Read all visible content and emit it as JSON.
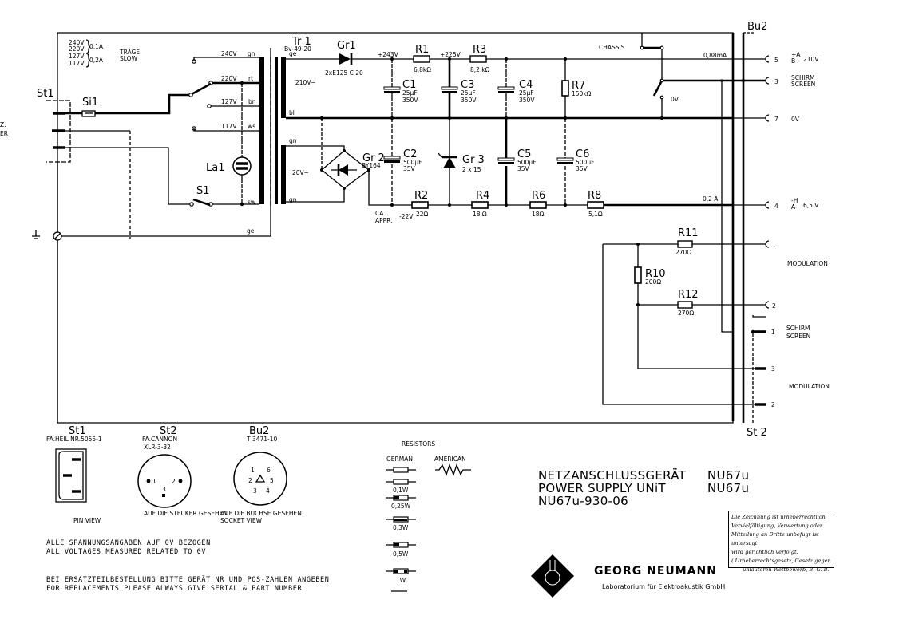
{
  "title": {
    "line1_de": "NETZANSCHLUSSGERÄT",
    "line1_model": "NU67u",
    "line2_en": "POWER SUPPLY UNiT",
    "line2_model": "NU67u",
    "drawing_number": "NU67u-930-06"
  },
  "company": {
    "name": "GEORG NEUMANN",
    "subtitle": "Laboratorium für Elektroakustik GmbH",
    "copyright_lines": [
      "Die Zeichnung ist urheberrechtlich",
      "Vervielfältigung, Verwertung oder",
      "Mitteilung an Dritte unbefugt ist untersagt",
      "wird gerichtlich verfolgt.",
      "( Urheberrechtsgesetz, Gesetz gegen",
      "unlauteren Wettbewerb, B. G. B."
    ]
  },
  "fuse_note": {
    "v1": "240V",
    "v2": "220V",
    "v3": "127V",
    "v4": "117V",
    "rating_high": "0,1A",
    "rating_low": "0,2A",
    "type_de": "TRÄGE",
    "type_en": "SLOW"
  },
  "mains": {
    "connector": "St1",
    "fuse": "Si1",
    "lamp": "La1",
    "switch": "S1",
    "side_label_1": "Z.",
    "side_label_2": "ER",
    "taps": [
      {
        "voltage": "240V",
        "wire": "gn"
      },
      {
        "voltage": "220V",
        "wire": "rt"
      },
      {
        "voltage": "127V",
        "wire": "br"
      },
      {
        "voltage": "117V",
        "wire": "ws"
      }
    ],
    "common_wire": "sw",
    "earth_wire": "ge"
  },
  "transformer": {
    "ref": "Tr 1",
    "part": "Bv-49-20",
    "hv_top_wire": "ge",
    "hv_bottom_wire": "bl",
    "hv_voltage": "210V~",
    "lv_top_wire": "gn",
    "lv_bottom_wire": "gn",
    "lv_voltage": "20V~"
  },
  "hv_section": {
    "rectifier": {
      "ref": "Gr1",
      "part": "2xE125 C 20"
    },
    "node_voltage_1": "+243V",
    "node_voltage_2": "+225V",
    "R1": {
      "ref": "R1",
      "value": "6,8kΩ"
    },
    "R3": {
      "ref": "R3",
      "value": "8,2 kΩ"
    },
    "C1": {
      "ref": "C1",
      "value": "25µF",
      "voltage": "350V"
    },
    "C3": {
      "ref": "C3",
      "value": "25µF",
      "voltage": "350V"
    },
    "C4": {
      "ref": "C4",
      "value": "25µF",
      "voltage": "350V"
    },
    "R7": {
      "ref": "R7",
      "value": "150kΩ"
    },
    "chassis_label": "CHASSIS",
    "switch_label": "0V",
    "current": "0,88mA"
  },
  "lv_section": {
    "bridge": {
      "ref": "Gr 2",
      "part": "BY164"
    },
    "node_note_1": "CA.",
    "node_note_2": "APPR.",
    "node_voltage": "-22V",
    "C2": {
      "ref": "C2",
      "value": "500µF",
      "voltage": "35V"
    },
    "zener": {
      "ref": "Gr 3",
      "part": "2 x 15"
    },
    "C5": {
      "ref": "C5",
      "value": "500µF",
      "voltage": "35V"
    },
    "C6": {
      "ref": "C6",
      "value": "500µF",
      "voltage": "35V"
    },
    "R2": {
      "ref": "R2",
      "value": "22Ω"
    },
    "R4": {
      "ref": "R4",
      "value": "18 Ω"
    },
    "R6": {
      "ref": "R6",
      "value": "18Ω"
    },
    "R8": {
      "ref": "R8",
      "value": "5,1Ω"
    },
    "current": "0,2 A"
  },
  "modulation": {
    "R10": {
      "ref": "R10",
      "value": "200Ω"
    },
    "R11": {
      "ref": "R11",
      "value": "270Ω"
    },
    "R12": {
      "ref": "R12",
      "value": "270Ω"
    }
  },
  "bu2": {
    "ref": "Bu2",
    "pins": [
      {
        "pin": "5",
        "label_1": "+A",
        "label_2": "B+",
        "value": "210V"
      },
      {
        "pin": "3",
        "label_1": "SCHIRM",
        "label_2": "SCREEN"
      },
      {
        "pin": "7",
        "label_1": "0V"
      },
      {
        "pin": "4",
        "label_1": "-H",
        "label_2": "A-",
        "value": "6,5 V"
      },
      {
        "pin": "1"
      },
      {
        "pin": "2"
      }
    ],
    "modulation_label": "MODULATION"
  },
  "st2": {
    "ref": "St 2",
    "pins": [
      {
        "pin": "1",
        "label_1": "SCHIRM",
        "label_2": "SCREEN"
      },
      {
        "pin": "3"
      },
      {
        "pin": "2"
      }
    ],
    "modulation_label": "MODULATION"
  },
  "pinouts": {
    "st1": {
      "ref": "St1",
      "part": "FA.HEIL NR.5055-1"
    },
    "st2": {
      "ref": "St2",
      "part_1": "FA.CANNON",
      "part_2": "XLR-3-32",
      "pins": [
        "1",
        "2",
        "3"
      ]
    },
    "bu2": {
      "ref": "Bu2",
      "part": "T 3471-10",
      "pins": [
        "1",
        "6",
        "2",
        "5",
        "3",
        "4"
      ]
    },
    "pin_view_de": "AUF DIE STECKER GESEHEN",
    "pin_view_en": "PIN VIEW",
    "socket_view_de": "AUF DIE BUCHSE GESEHEN",
    "socket_view_en": "SOCKET VIEW"
  },
  "resistor_legend": {
    "title": "RESISTORS",
    "german": "GERMAN",
    "american": "AMERICAN",
    "ratings": [
      "0,1W",
      "0,25W",
      "0,3W",
      "0,5W",
      "1W"
    ]
  },
  "notes": {
    "voltages_de": "ALLE SPANNUNGSANGABEN AUF 0V BEZOGEN",
    "voltages_en": "ALL VOLTAGES MEASURED RELATED TO 0V",
    "order_de": "BEI ERSATZTEILBESTELLUNG BITTE GERÄT NR UND POS-ZAHLEN ANGEBEN",
    "order_en": "FOR REPLACEMENTS PLEASE ALWAYS GIVE SERIAL & PART NUMBER"
  }
}
